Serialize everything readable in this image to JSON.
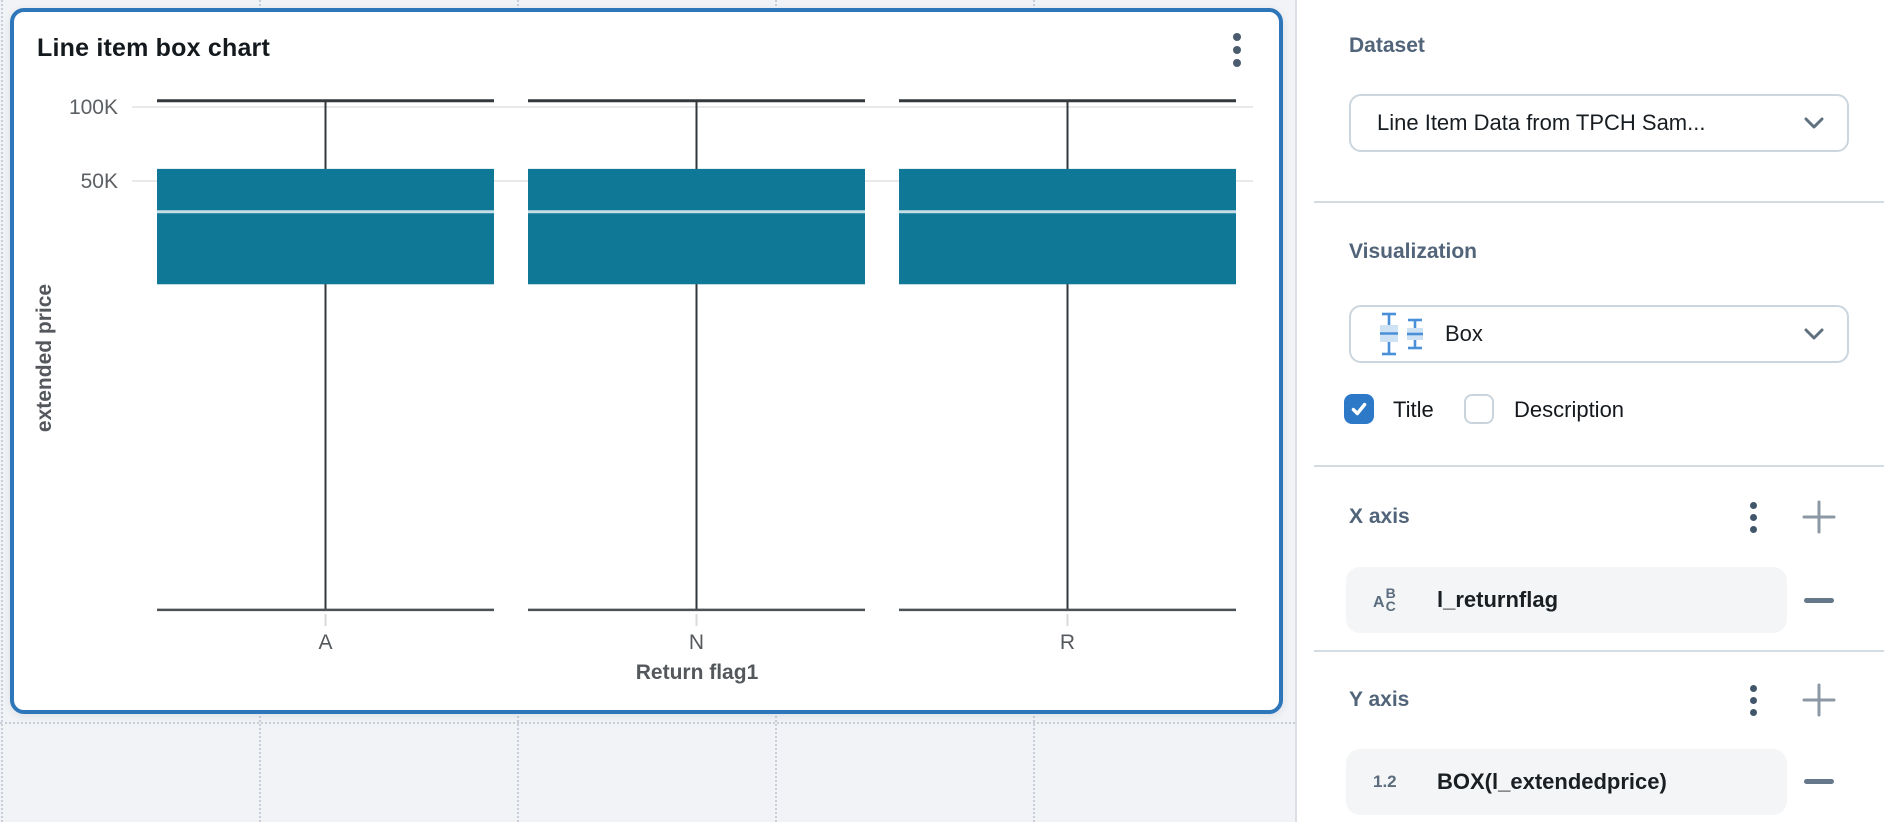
{
  "chart_card": {
    "title": "Line item box chart",
    "menu_icon": "kebab-vertical-icon"
  },
  "chart_data": {
    "type": "box",
    "title": "Line item box chart",
    "xlabel": "Return flag1",
    "ylabel": "extended price",
    "categories": [
      "A",
      "N",
      "R"
    ],
    "series": [
      {
        "category": "A",
        "low": 900,
        "q1": 19000,
        "median": 37500,
        "q3": 56000,
        "high": 106000
      },
      {
        "category": "N",
        "low": 900,
        "q1": 19000,
        "median": 37500,
        "q3": 56000,
        "high": 106000
      },
      {
        "category": "R",
        "low": 900,
        "q1": 19000,
        "median": 37500,
        "q3": 56000,
        "high": 106000
      }
    ],
    "y_axis": {
      "scale": "log",
      "ticks": [
        {
          "label": "100K",
          "value": 100000
        },
        {
          "label": "50K",
          "value": 50000
        }
      ]
    },
    "grid": "horizontal-only",
    "legend": "none",
    "box_color": "#0e7896",
    "median_color": "#c6dde7",
    "whisker_color": "#33383d"
  },
  "panel": {
    "dataset": {
      "label": "Dataset",
      "selected": "Line Item Data from TPCH Sam..."
    },
    "visualization": {
      "label": "Visualization",
      "selected": "Box",
      "type_icon": "box-plot-icon",
      "title_checkbox": {
        "label": "Title",
        "checked": true
      },
      "description_checkbox": {
        "label": "Description",
        "checked": false
      }
    },
    "x_axis": {
      "label": "X axis",
      "fields": [
        {
          "type": "text",
          "name": "l_returnflag"
        }
      ]
    },
    "y_axis": {
      "label": "Y axis",
      "fields": [
        {
          "type": "number",
          "type_icon": "1.2",
          "name": "BOX(l_extendedprice)"
        }
      ]
    }
  },
  "icons": {
    "text_type": {
      "a": "A",
      "b": "B",
      "c": "C"
    },
    "number_type": "1.2"
  },
  "colors": {
    "card_selection_border": "#2e76ba",
    "box_fill": "#0e7896",
    "checkbox_checked": "#2e79c7",
    "panel_heading": "#51647a"
  }
}
